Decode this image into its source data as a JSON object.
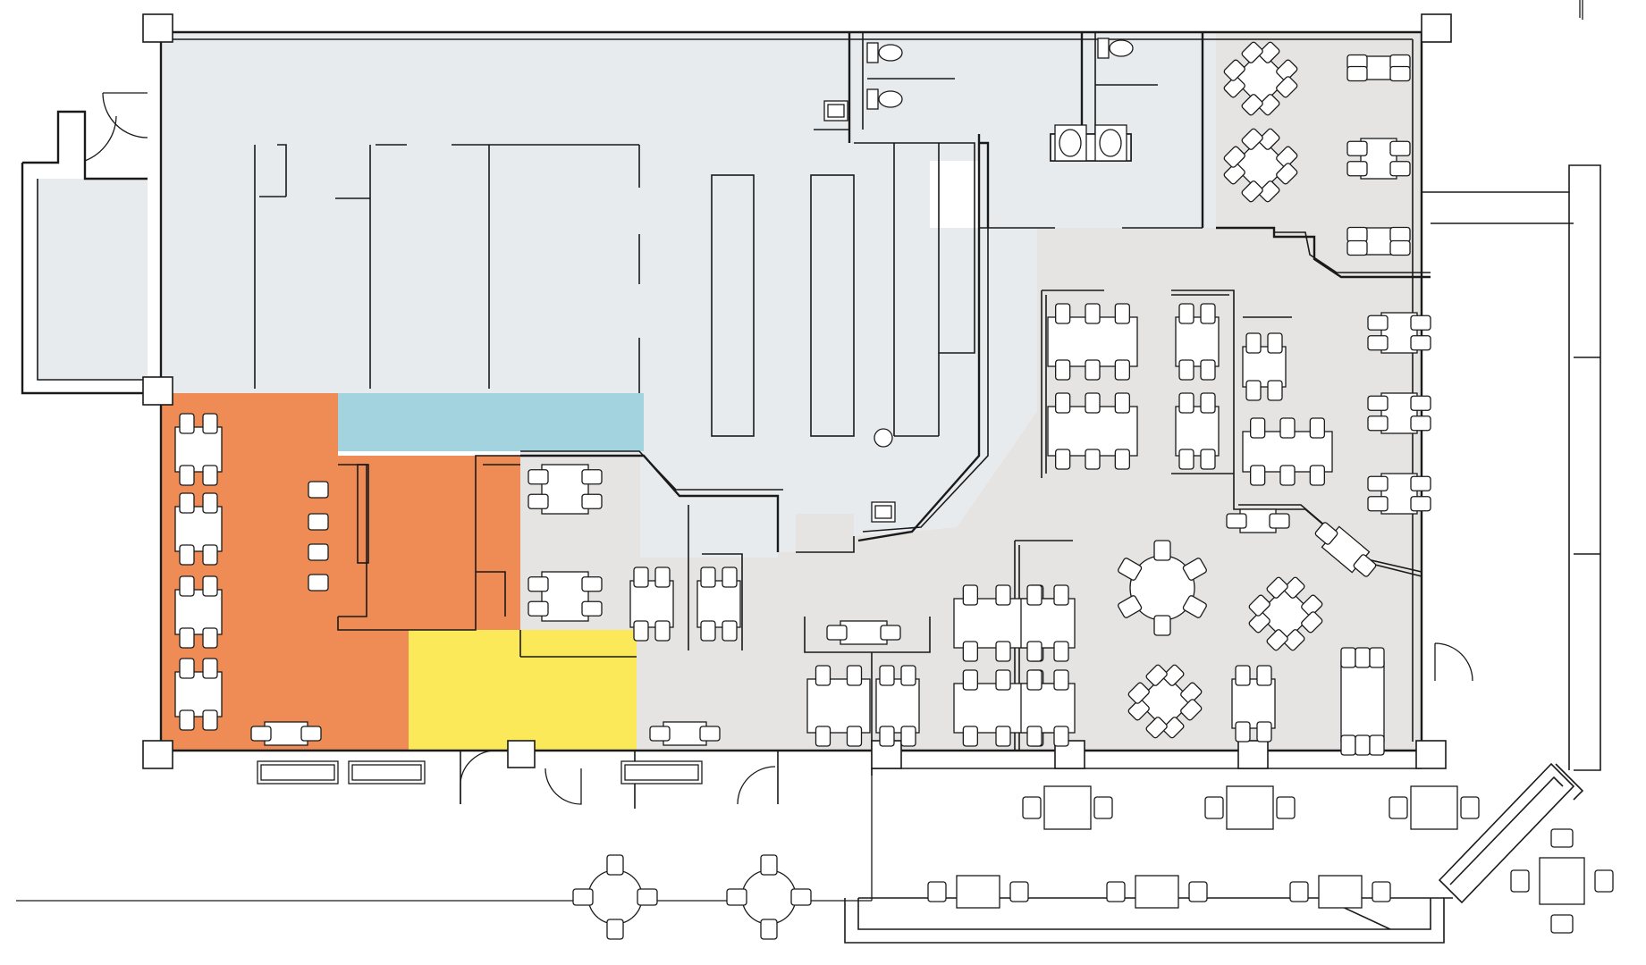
{
  "drawing": {
    "type": "floor-plan",
    "zones": [
      {
        "id": "back-of-house",
        "color": "#e8ebee"
      },
      {
        "id": "dining",
        "color": "#e6e4e2"
      },
      {
        "id": "kitchen-area",
        "color": "#ef8c56"
      },
      {
        "id": "counter",
        "color": "#a3d3df"
      },
      {
        "id": "service-area",
        "color": "#fce95a"
      }
    ],
    "colors": {
      "wall": "#1a1a1a",
      "furniture": "#ffffff",
      "background": "#ffffff"
    },
    "icons": [
      "table-icon",
      "chair-icon",
      "round-table-icon",
      "toilet-icon",
      "sink-icon",
      "door-swing-icon"
    ]
  }
}
